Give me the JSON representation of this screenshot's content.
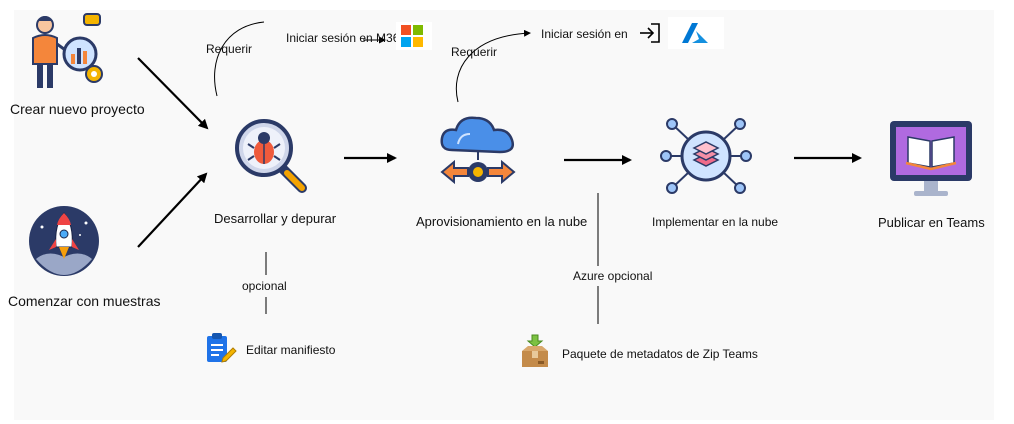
{
  "nodes": {
    "create_project": "Crear nuevo proyecto",
    "start_samples": "Comenzar con muestras",
    "develop_debug": "Desarrollar y depurar",
    "cloud_provision": "Aprovisionamiento en la nube",
    "cloud_deploy": "Implementar en la nube",
    "publish_teams": "Publicar en Teams",
    "edit_manifest": "Editar manifiesto",
    "zip_package": "Paquete de metadatos de Zip Teams"
  },
  "edges": {
    "require_1": "Requerir",
    "signin_m365": "Iniciar sesión en M365",
    "require_2": "Requerir",
    "signin_azure": "Iniciar sesión en",
    "optional": "opcional",
    "azure_optional": "Azure opcional"
  },
  "colors": {
    "arrow": "#000000",
    "azure_blue": "#0078d4",
    "ms_red": "#f25022",
    "ms_green": "#7fba00",
    "ms_blue": "#00a4ef",
    "ms_yellow": "#ffb900",
    "navy": "#2b3a67",
    "orange": "#f4863b",
    "purple": "#b06ae0",
    "pink": "#ef6b8a"
  },
  "icons": [
    "person-analytics-icon",
    "rocket-icon",
    "bug-search-icon",
    "cloud-provision-icon",
    "deploy-network-icon",
    "monitor-book-icon",
    "clipboard-edit-icon",
    "package-box-icon",
    "microsoft-logo-icon",
    "azure-logo-icon",
    "signin-icon"
  ]
}
